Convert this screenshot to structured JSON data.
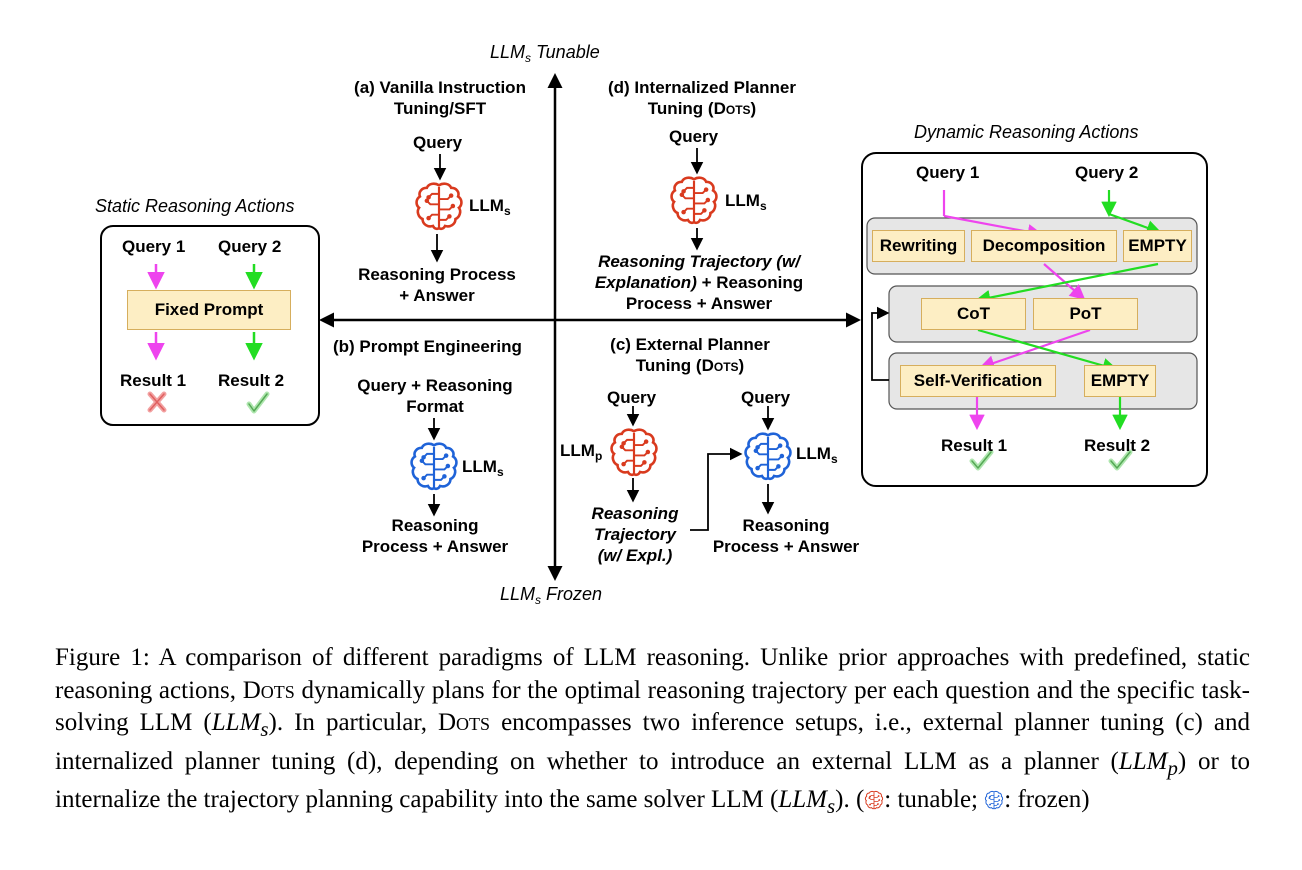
{
  "axes": {
    "top": "LLM",
    "top_sub": "s",
    "top_suffix": " Tunable",
    "bottom": "LLM",
    "bottom_sub": "s",
    "bottom_suffix": " Frozen"
  },
  "static": {
    "title": "Static Reasoning Actions",
    "query1": "Query 1",
    "query2": "Query 2",
    "prompt": "Fixed Prompt",
    "result1": "Result 1",
    "result2": "Result 2"
  },
  "panel_a": {
    "title_line1": "(a) Vanilla Instruction",
    "title_line2": "Tuning/SFT",
    "query": "Query",
    "llm": "LLM",
    "llm_sub": "s",
    "output_line1": "Reasoning Process",
    "output_line2": "+ Answer"
  },
  "panel_b": {
    "title": "(b) Prompt Engineering",
    "query_line1": "Query + Reasoning",
    "query_line2": "Format",
    "llm": "LLM",
    "llm_sub": "s",
    "output_line1": "Reasoning",
    "output_line2": "Process + Answer"
  },
  "panel_c": {
    "title_line1": "(c) External Planner",
    "title_line2_prefix": "Tuning (",
    "title_line2_sc": "Dots",
    "title_line2_suffix": ")",
    "query_planner": "Query",
    "planner_llm": "LLM",
    "planner_llm_sub": "p",
    "traj_line1": "Reasoning",
    "traj_line2": "Trajectory",
    "traj_line3": "(w/ Expl.)",
    "query_solver": "Query",
    "solver_llm": "LLM",
    "solver_llm_sub": "s",
    "output_line1": "Reasoning",
    "output_line2": "Process + Answer"
  },
  "panel_d": {
    "title_line1": "(d) Internalized Planner",
    "title_line2_prefix": "Tuning (",
    "title_line2_sc": "Dots",
    "title_line2_suffix": ")",
    "query": "Query",
    "llm": "LLM",
    "llm_sub": "s",
    "output_line1": "Reasoning Trajectory (w/",
    "output_line2_italic": "Explanation)",
    "output_line2_rest": " + Reasoning",
    "output_line3": "Process + Answer"
  },
  "dynamic": {
    "title": "Dynamic Reasoning Actions",
    "query1": "Query 1",
    "query2": "Query 2",
    "layer1": [
      "Rewriting",
      "Decomposition",
      "EMPTY"
    ],
    "layer2": [
      "CoT",
      "PoT"
    ],
    "layer3": [
      "Self-Verification",
      "EMPTY"
    ],
    "result1": "Result 1",
    "result2": "Result 2"
  },
  "colors": {
    "query1_path": "#ee44ee",
    "query2_path": "#22dd22",
    "tunable_brain": "#d93a1e",
    "frozen_brain": "#1f63d8",
    "action_box_fill": "#fdeec4",
    "action_box_border": "#d6ae5d",
    "layer_fill": "#e6e6e6"
  },
  "icons": [
    "brain-tunable-icon",
    "brain-frozen-icon",
    "cross-mark-icon",
    "check-mark-icon"
  ],
  "caption": {
    "p1": "Figure 1:  A comparison of different paradigms of LLM reasoning.  Unlike prior approaches with predefined, static reasoning actions, ",
    "dots1": "Dots",
    "p2": " dynamically plans for the optimal reasoning trajectory per each question and the specific task-solving LLM (",
    "m1": "LLM",
    "m1_sub": "s",
    "p3": ").  In particular, ",
    "dots2": "Dots",
    "p4": " encompasses two inference setups, i.e., external planner tuning (c) and internalized planner tuning (d), depending on whether to introduce an external LLM as a planner (",
    "m2": "LLM",
    "m2_sub": "p",
    "p5": ") or to internalize the trajectory planning capability into the same solver LLM (",
    "m3": "LLM",
    "m3_sub": "s",
    "p6": ").  (",
    "legend_tunable": ": tunable; ",
    "legend_frozen": ": frozen)"
  }
}
